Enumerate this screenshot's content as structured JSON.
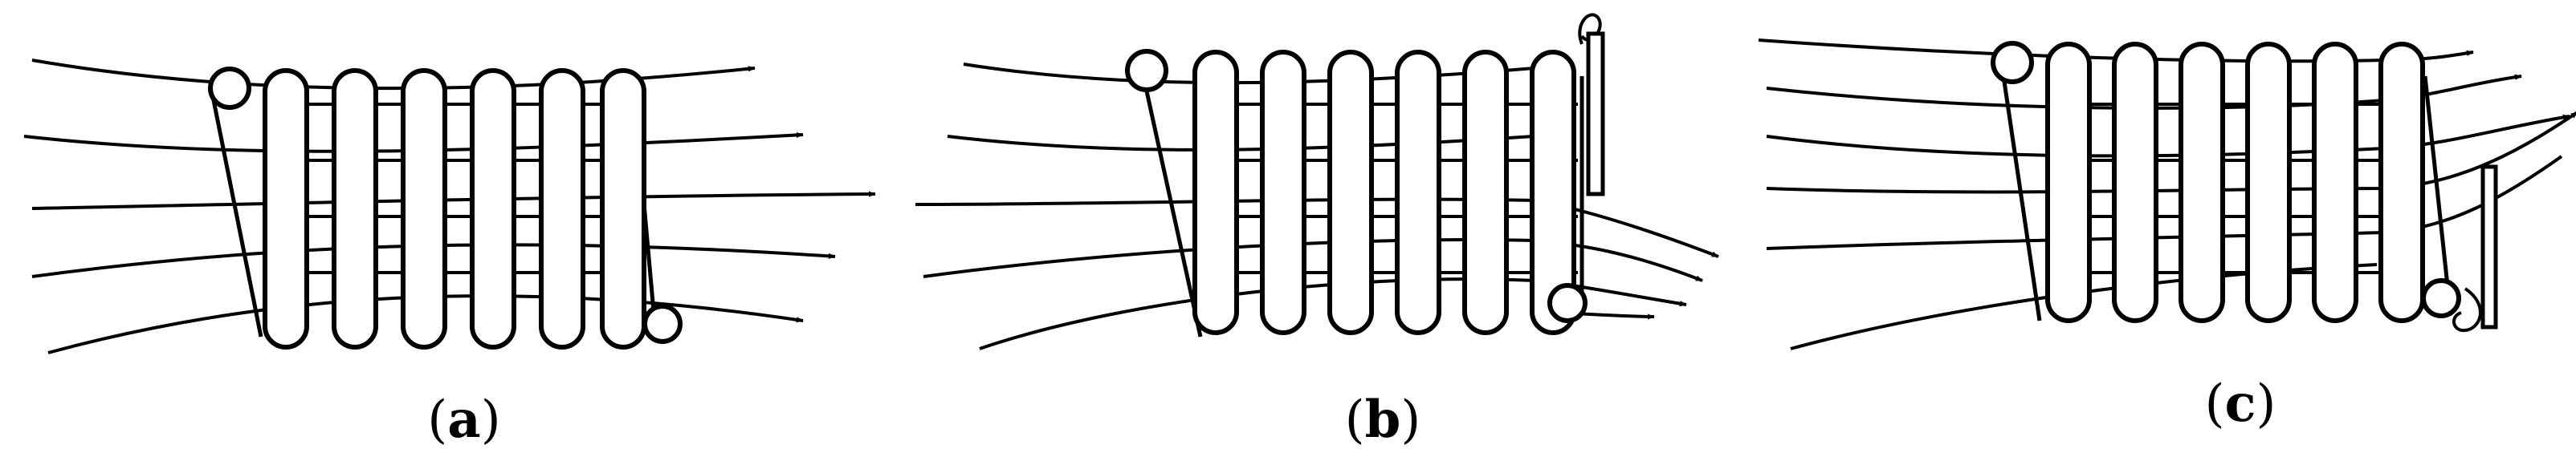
{
  "panels": [
    {
      "label_open": "(",
      "label_letter": "a",
      "label_close": ")",
      "deflector": "none"
    },
    {
      "label_open": "(",
      "label_letter": "b",
      "label_close": ")",
      "deflector": "top"
    },
    {
      "label_open": "(",
      "label_letter": "c",
      "label_close": ")",
      "deflector": "bottom"
    }
  ],
  "colors": {
    "ink": "#000000",
    "background": "#ffffff",
    "coil_fill": "#ffffff"
  }
}
